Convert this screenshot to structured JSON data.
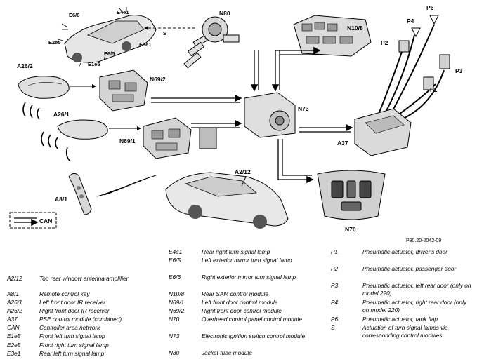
{
  "diagram": {
    "labels": {
      "e4e1": "E4e1",
      "e6_6": "E6/6",
      "e2e5": "E2e5",
      "e3e1": "E3e1",
      "e6_5": "E6/5",
      "e1e5": "E1e5",
      "s": "S",
      "n80": "N80",
      "n10_8": "N10/8",
      "p6": "P6",
      "p4": "P4",
      "p2": "P2",
      "p3": "P3",
      "p1": "P1",
      "a26_2": "A26/2",
      "n69_2": "N69/2",
      "n73": "N73",
      "a26_1": "A26/1",
      "n69_1": "N69/1",
      "a37": "A37",
      "a2_12": "A2/12",
      "a8_1": "A8/1",
      "n70": "N70",
      "can": "CAN"
    },
    "figure_ref": "P80.20-2042-09"
  },
  "legend": {
    "col1": [
      {
        "code": "A2/12",
        "desc": "Top rear window antenna amplifier"
      },
      {
        "code": "A8/1",
        "desc": "Remote control key"
      },
      {
        "code": "A26/1",
        "desc": "Left front door IR receiver"
      },
      {
        "code": "A26/2",
        "desc": "Right front door IR receiver"
      },
      {
        "code": "A37",
        "desc": "PSE control module (combined)"
      },
      {
        "code": "CAN",
        "desc": "Controller area network"
      },
      {
        "code": "E1e5",
        "desc": "Front left turn signal lamp"
      },
      {
        "code": "E2e5",
        "desc": "Front right turn signal lamp"
      },
      {
        "code": "E3e1",
        "desc": "Rear left turn signal lamp"
      }
    ],
    "col2": [
      {
        "code": "E4e1",
        "desc": "Rear right turn signal lamp"
      },
      {
        "code": "E6/5",
        "desc": "Left exterior mirror turn signal lamp"
      },
      {
        "code": "E6/6",
        "desc": "Right exterior mirror turn signal lamp"
      },
      {
        "code": "N10/8",
        "desc": "Rear SAM control module"
      },
      {
        "code": "N69/1",
        "desc": "Left front door control module"
      },
      {
        "code": "N69/2",
        "desc": "Right front door control module"
      },
      {
        "code": "N70",
        "desc": "Overhead control panel control module"
      },
      {
        "code": "N73",
        "desc": "Electronic ignition switch control module"
      },
      {
        "code": "N80",
        "desc": "Jacket tube module"
      }
    ],
    "col3": [
      {
        "code": "P1",
        "desc": "Pneumatic actuator, driver's door"
      },
      {
        "code": "P2",
        "desc": "Pneumatic actuator, passenger door"
      },
      {
        "code": "P3",
        "desc": "Pneumatic actuator, left rear door (only on model 220)"
      },
      {
        "code": "P4",
        "desc": "Pneumatic actuator, right rear door (only on model 220)"
      },
      {
        "code": "P6",
        "desc": "Pneumatic actuator, tank flap"
      },
      {
        "code": "S",
        "desc": "Actuation of turn signal lamps via corresponding control modules"
      }
    ]
  }
}
